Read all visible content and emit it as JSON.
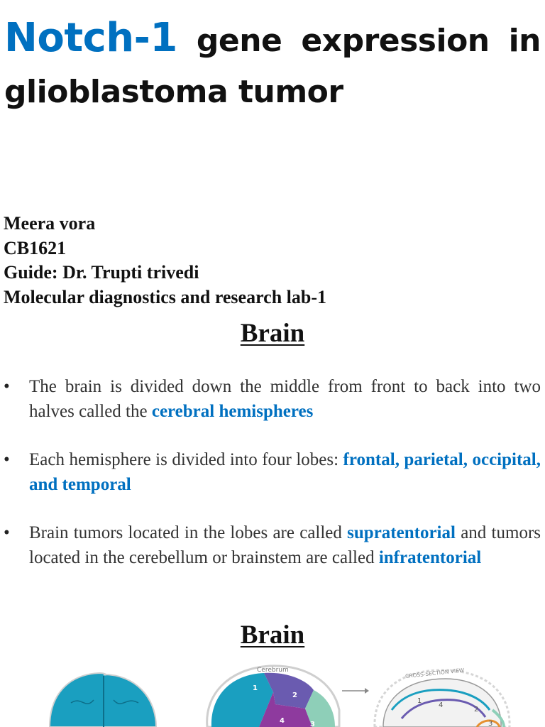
{
  "slide1": {
    "title_accent": "Notch-1",
    "title_rest": " gene expression in glioblastoma tumor",
    "author_lines": [
      "Meera vora",
      "CB1621",
      "Guide: Dr. Trupti trivedi",
      "Molecular diagnostics and research lab-1"
    ]
  },
  "slide2": {
    "heading": "Brain",
    "bullets": [
      {
        "plain": "The brain is divided down the middle from front to back into two halves called the ",
        "highlight": "cerebral hemispheres",
        "tail": ""
      },
      {
        "plain": "Each hemisphere is divided into four lobes: ",
        "highlight": "frontal, parietal, occipital, and temporal",
        "tail": ""
      },
      {
        "plain": "Brain tumors located in the lobes are called ",
        "highlight": "supratentorial",
        "tail": " and tumors located in the cerebellum or brainstem are called ",
        "highlight2": "infratentorial"
      }
    ],
    "bullet_symbol": "•"
  },
  "slide3": {
    "heading": "Brain",
    "figure": {
      "label_cerebrum": "Cerebrum",
      "label_cross_section": "CROSS-SECTION VIEW",
      "lobe_numbers": [
        "1",
        "2",
        "3",
        "4"
      ],
      "cross_numbers": [
        "1",
        "4",
        "2",
        "3"
      ]
    }
  },
  "colors": {
    "accent": "#0070c0",
    "lobe_frontal": "#1a9fc0",
    "lobe_parietal": "#6a5bb0",
    "lobe_temporal": "#8e3a9e",
    "lobe_occipital": "#8ecfb8"
  }
}
